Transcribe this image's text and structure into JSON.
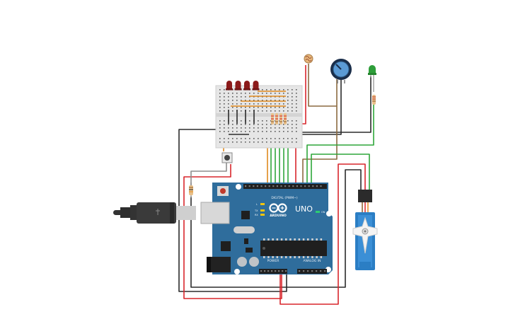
{
  "arduino": {
    "logo_text": "UNO",
    "brand_text": "ARDUINO",
    "digital_header_label": "DIGITAL (PWM~)",
    "analog_header_label": "ANALOG IN",
    "power_header_label": "POWER",
    "led_l_label": "L",
    "led_tx_label": "TX",
    "led_rx_label": "RX",
    "led_on_label": "ON"
  },
  "colors": {
    "board": "#2f6d9c",
    "wire_red": "#d9262c",
    "wire_black": "#2b2b2b",
    "wire_green": "#2fa63a",
    "wire_orange": "#e08a1e",
    "wire_brown": "#8b6a40",
    "wire_gray": "#8e8e8e",
    "led_red": "#8b1a1a",
    "led_green": "#2e9e3a",
    "servo_blue": "#2b7ec4"
  },
  "components": {
    "red_led_count": 4,
    "breadboard_resistor_count": 4
  }
}
